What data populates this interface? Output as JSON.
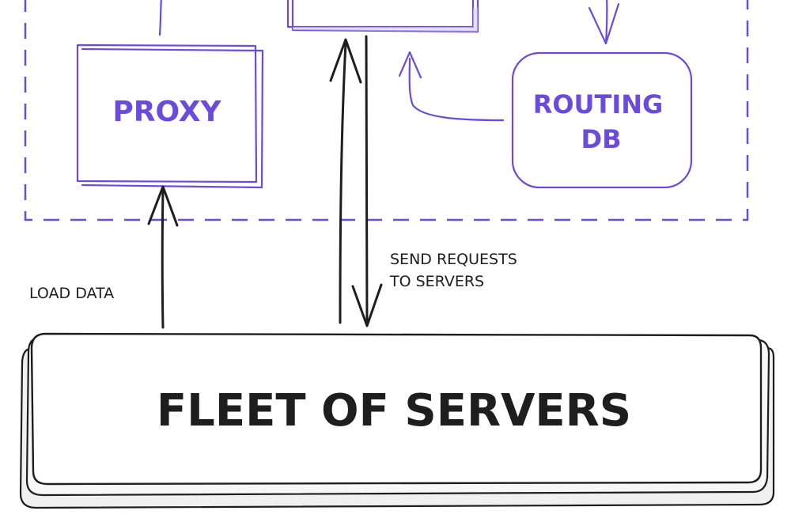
{
  "nodes": {
    "proxy": {
      "label": "PROXY"
    },
    "routing_db": {
      "line1": "ROUTING",
      "line2": "DB"
    },
    "fleet": {
      "label": "FLEET OF SERVERS"
    }
  },
  "edges": {
    "load_data": {
      "label": "LOAD DATA"
    },
    "send_requests": {
      "line1": "SEND REQUESTS",
      "line2": "TO SERVERS"
    }
  },
  "colors": {
    "accent": "#6a4bdc",
    "ink": "#1e1e1e",
    "fleet_shadow": "#f0f0f0"
  }
}
